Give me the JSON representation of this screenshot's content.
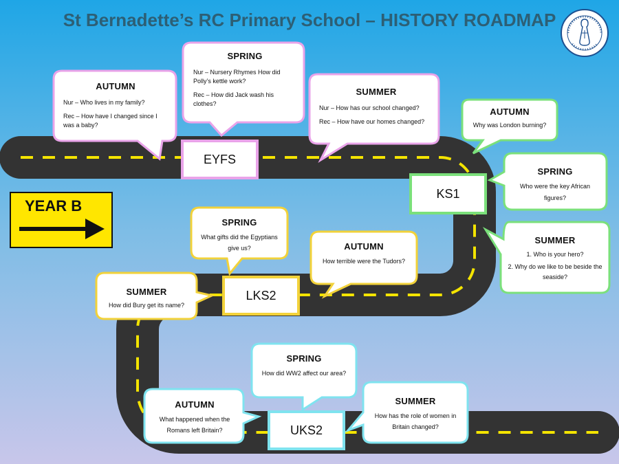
{
  "title": "St Bernadette’s RC Primary School – HISTORY ROADMAP",
  "year_label": "YEAR B",
  "colors": {
    "road": "#333333",
    "dash": "#f4e400",
    "eyfs": "#e9a3e9",
    "ks1": "#7be07b",
    "lks2": "#f2d23a",
    "uks2": "#7fe3ef",
    "sky_top": "#1fa6e6",
    "sky_bottom": "#c8c6ea"
  },
  "stages": {
    "eyfs": "EYFS",
    "ks1": "KS1",
    "lks2": "LKS2",
    "uks2": "UKS2"
  },
  "bubbles": {
    "eyfs_autumn": {
      "season": "AUTUMN",
      "lines": [
        "Nur – Who lives in my family?",
        "Rec – How have I changed since I was a baby?"
      ]
    },
    "eyfs_spring": {
      "season": "SPRING",
      "lines": [
        "Nur – Nursery Rhymes How did Polly’s kettle work?",
        "Rec – How did Jack wash his clothes?"
      ]
    },
    "eyfs_summer": {
      "season": "SUMMER",
      "lines": [
        "Nur – How has our school changed?",
        "Rec – How have our homes changed?"
      ]
    },
    "ks1_autumn": {
      "season": "AUTUMN",
      "text": "Why was London burning?"
    },
    "ks1_spring": {
      "season": "SPRING",
      "text": "Who were the key African figures?"
    },
    "ks1_summer": {
      "season": "SUMMER",
      "lines": [
        "1. Who is your hero?",
        "2. Why do we like to be beside the seaside?"
      ]
    },
    "lks2_spring": {
      "season": "SPRING",
      "text": "What gifts did the Egyptians give us?"
    },
    "lks2_autumn": {
      "season": "AUTUMN",
      "text": "How terrible were the Tudors?"
    },
    "lks2_summer": {
      "season": "SUMMER",
      "text": "How did Bury get its name?"
    },
    "uks2_spring": {
      "season": "SPRING",
      "text": "How did WW2 affect our area?"
    },
    "uks2_autumn": {
      "season": "AUTUMN",
      "text": "What happened when the Romans left Britain?"
    },
    "uks2_summer": {
      "season": "SUMMER",
      "text": "How has the role of women in Britain changed?"
    }
  }
}
